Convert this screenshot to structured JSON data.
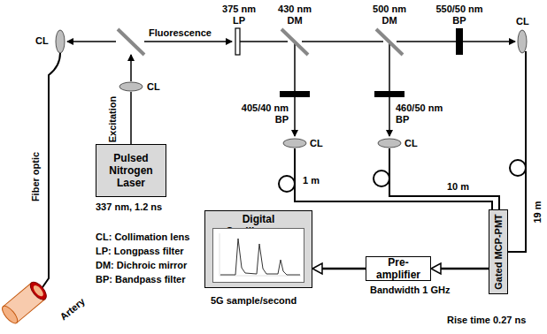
{
  "diagram": {
    "nodes": [
      {
        "text": [
          "Pulsed Nitrogen Laser"
        ]
      },
      {
        "text": [
          "Digital Oscilloscope"
        ]
      },
      {
        "text": [
          "Pre-amplifier"
        ]
      },
      {
        "text": [
          "Gated MCP-PMT"
        ]
      }
    ],
    "edges": [
      {
        "from": 3,
        "to": 2,
        "arrow": "to"
      },
      {
        "from": 2,
        "to": 1,
        "arrow": "to"
      }
    ],
    "labels": [
      "CL",
      "Fluorescence",
      "Excitation",
      "CL",
      "337 nm, 1.2 ns",
      "375 nm LP",
      "430 nm DM",
      "500 nm DM",
      "550/50 nm BP",
      "405/40 nm BP",
      "460/50 nm BP",
      "CL",
      "CL",
      "CL",
      "1 m",
      "10 m",
      "19 m",
      "Fiber optic",
      "Artery",
      "CL: Collimation lens",
      "LP: Longpass filter",
      "DM: Dichroic mirror",
      "BP: Bandpass filter",
      "5G sample/second",
      "Bandwidth 1 GHz",
      "Rise time 0.27 ns"
    ]
  }
}
